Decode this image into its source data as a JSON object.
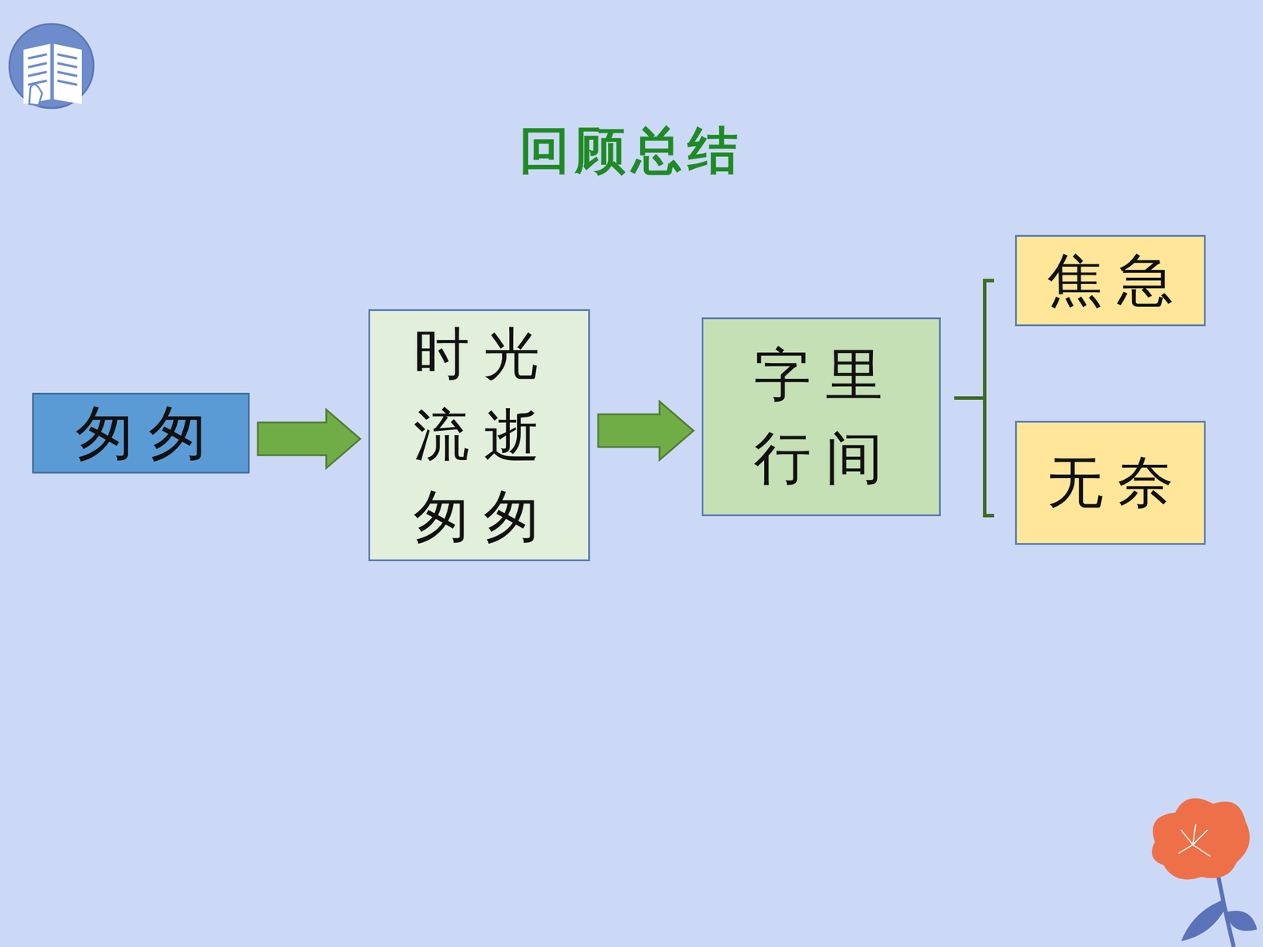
{
  "diagram": {
    "title": "回顾总结",
    "nodes": [
      {
        "text": [
          "匆匆"
        ]
      },
      {
        "text": [
          "时光流逝匆匆"
        ]
      },
      {
        "text": [
          "字里行间"
        ]
      },
      {
        "text": [
          "焦急"
        ]
      },
      {
        "text": [
          "无奈"
        ]
      }
    ],
    "edges": [
      {
        "from": 0,
        "to": 1,
        "arrow": "to"
      },
      {
        "from": 1,
        "to": 2,
        "arrow": "to"
      }
    ]
  }
}
